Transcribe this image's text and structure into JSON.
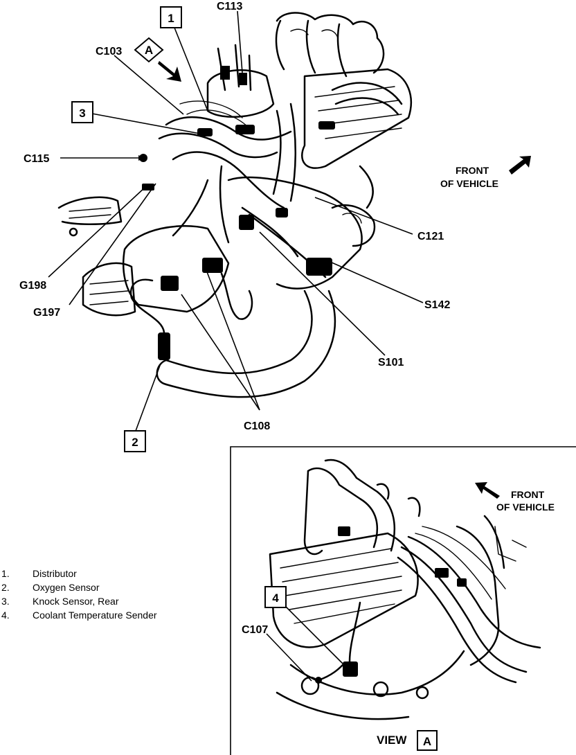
{
  "callouts": {
    "c113": "C113",
    "c103": "C103",
    "c115": "C115",
    "c121": "C121",
    "g198": "G198",
    "g197": "G197",
    "s142": "S142",
    "s101": "S101",
    "c108": "C108",
    "c107": "C107"
  },
  "boxes": {
    "b1": "1",
    "b2": "2",
    "b3": "3",
    "b4": "4",
    "view_a": "A"
  },
  "front_main": {
    "line1": "FRONT",
    "line2": "OF VEHICLE"
  },
  "front_inset": {
    "line1": "FRONT",
    "line2": "OF VEHICLE"
  },
  "inset_caption": {
    "prefix": "VIEW",
    "box": "A"
  },
  "legend": [
    {
      "num": "1.",
      "label": "Distributor"
    },
    {
      "num": "2.",
      "label": "Oxygen Sensor"
    },
    {
      "num": "3.",
      "label": "Knock Sensor, Rear"
    },
    {
      "num": "4.",
      "label": "Coolant Temperature Sender"
    }
  ]
}
